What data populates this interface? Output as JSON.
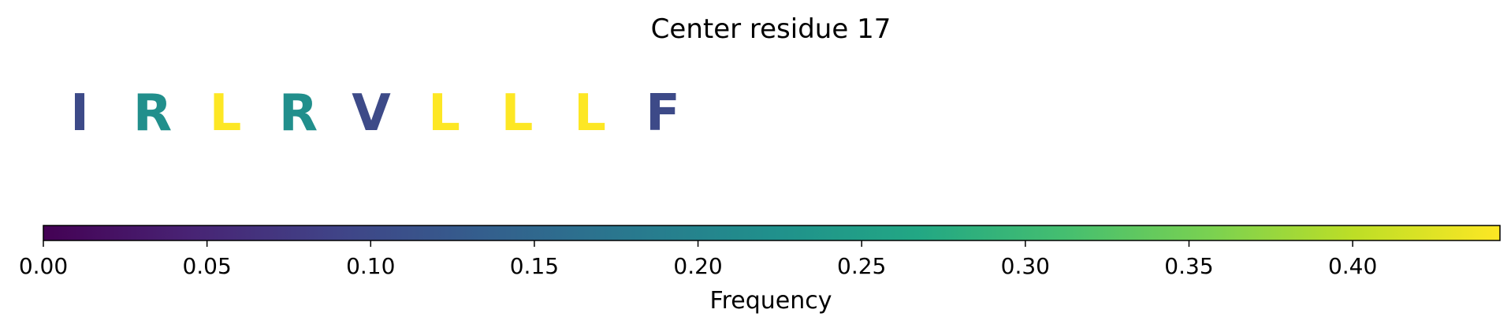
{
  "chart_data": {
    "type": "heatmap",
    "title": "Center residue 17",
    "residues": [
      {
        "letter": "I",
        "frequency": 0.1
      },
      {
        "letter": "R",
        "frequency": 0.22
      },
      {
        "letter": "L",
        "frequency": 0.445
      },
      {
        "letter": "R",
        "frequency": 0.22
      },
      {
        "letter": "V",
        "frequency": 0.1
      },
      {
        "letter": "L",
        "frequency": 0.445
      },
      {
        "letter": "L",
        "frequency": 0.445
      },
      {
        "letter": "L",
        "frequency": 0.445
      },
      {
        "letter": "F",
        "frequency": 0.1
      }
    ],
    "colorbar": {
      "colormap": "viridis",
      "label": "Frequency",
      "range": [
        0,
        0.445
      ],
      "ticks": [
        0.0,
        0.05,
        0.1,
        0.15,
        0.2,
        0.25,
        0.3,
        0.35,
        0.4
      ],
      "tick_labels": [
        "0.00",
        "0.05",
        "0.10",
        "0.15",
        "0.20",
        "0.25",
        "0.30",
        "0.35",
        "0.40"
      ],
      "orientation": "horizontal"
    }
  }
}
